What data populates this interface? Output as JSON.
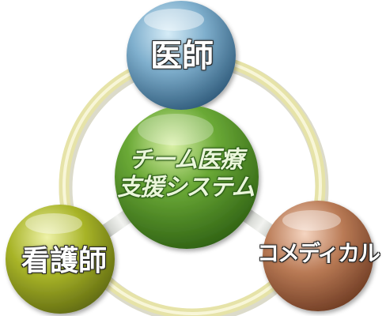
{
  "diagram": {
    "center": {
      "line1": "チーム医療",
      "line2": "支援システム",
      "color": "#5c9b2c"
    },
    "nodes": {
      "doctor": {
        "label": "医師",
        "color": "#6f9fbf"
      },
      "nurse": {
        "label": "看護師",
        "color": "#a8b428"
      },
      "comedical": {
        "label": "コメディカル",
        "color": "#b06f4c"
      }
    },
    "ring_color": "#e6e3a8",
    "connector_color": "#d9dcd6"
  }
}
